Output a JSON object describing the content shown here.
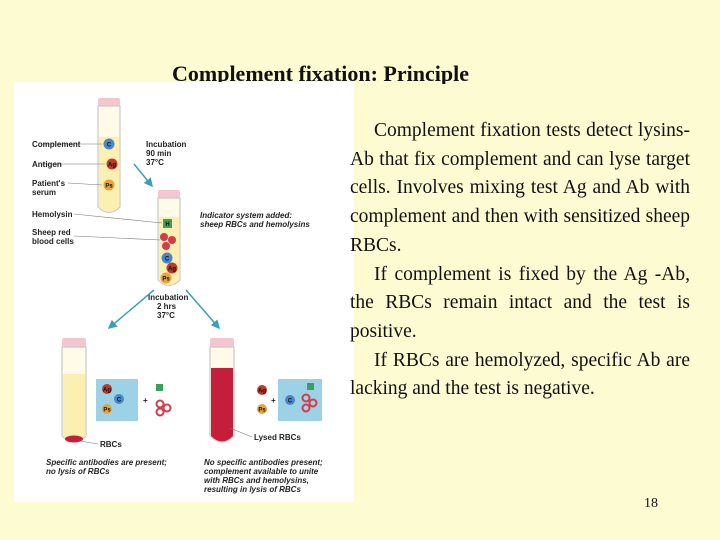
{
  "slide": {
    "title": "Complement fixation: Principle",
    "paragraphs": [
      "Complement fixation tests detect lysins- Ab that fix complement and can lyse target cells. Involves mixing test Ag and Ab with complement and then with sensitized sheep RBCs.",
      "If complement is fixed by the Ag -Ab, the RBCs remain intact and the test is positive.",
      "If RBCs are hemolyzed, specific Ab are lacking and the test is negative."
    ],
    "page_number": "18"
  },
  "figure": {
    "labels": {
      "complement": "Complement",
      "antigen": "Antigen",
      "serum_1": "Patient's",
      "serum_2": "serum",
      "hemolysin": "Hemolysin",
      "sheep_1": "Sheep red",
      "sheep_2": "blood cells",
      "rbcs": "RBCs",
      "lysed_rbcs": "Lysed RBCs"
    },
    "incubation_1": [
      "Incubation",
      "90 min",
      "37°C"
    ],
    "incubation_2": [
      "Incubation",
      "2 hrs",
      "37°C"
    ],
    "indicator": [
      "Indicator system added:",
      "sheep RBCs and hemolysins"
    ],
    "result_left": [
      "Specific antibodies are present;",
      "no lysis of RBCs"
    ],
    "result_right": [
      "No specific antibodies present;",
      "complement available to unite",
      "with RBCs and hemolysins,",
      "resulting in lysis of RBCs"
    ],
    "molecules": {
      "complement": "C",
      "antigen": "Ag",
      "serum": "Ps",
      "hemolysin": "H"
    },
    "colors": {
      "background": "#fdfbd2",
      "complement": "#4a86c8",
      "antigen": "#c0392b",
      "serum": "#e8a33c",
      "hemolysin": "#3aa05a",
      "rbc": "#d43a4a",
      "lysed_liquid": "#c41e3a",
      "tube_cap": "#f4c7cf",
      "arrow": "#3aa0b8"
    }
  }
}
